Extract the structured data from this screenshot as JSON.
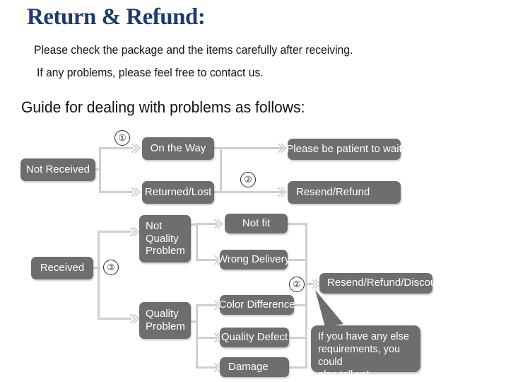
{
  "header": {
    "title": "Return & Refund:",
    "line1": "Please check the package and the items carefully after receiving.",
    "line2": "If any problems, please feel free to contact us.",
    "guide_heading": "Guide for dealing with problems as follows:"
  },
  "colors": {
    "title": "#1f3a6e",
    "box_fill": "#6e6e6e",
    "box_text": "#ffffff",
    "connector": "#cfcfcf",
    "arrow": "#d2d2d2",
    "body_text": "#141414",
    "page_background": "#ffffff"
  },
  "flow": {
    "nodes": {
      "not_received": "Not Received",
      "on_the_way": "On the Way",
      "returned_lost": "Returned/Lost",
      "please_wait": "Please be patient to wait",
      "resend_refund": "Resend/Refund",
      "received": "Received",
      "not_quality_problem": "Not\nQuality\nProblem",
      "not_quality_problem_l1": "Not",
      "not_quality_problem_l2": "Quality",
      "not_quality_problem_l3": "Problem",
      "quality_problem_l1": "Quality",
      "quality_problem_l2": "Problem",
      "not_fit": "Not fit",
      "wrong_delivery": "Wrong Delivery",
      "color_difference": "Color Difference",
      "quality_defect": "Quality Defect",
      "damage": "Damage",
      "resend_refund_discount": "Resend/Refund/Discount"
    },
    "markers": {
      "one": "①",
      "two_top": "②",
      "two_bottom": "②",
      "three": "③"
    },
    "callout": {
      "line1": "If you have any else",
      "line2": "requirements, you could",
      "line3": "also tell us!"
    }
  }
}
